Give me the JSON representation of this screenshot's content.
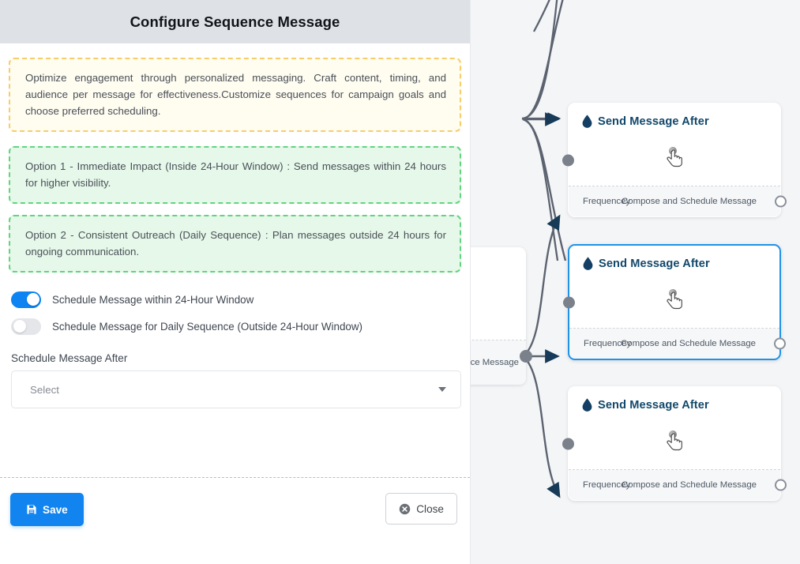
{
  "modal": {
    "title": "Configure Sequence Message",
    "info_note": "Optimize engagement through personalized messaging. Craft content, timing, and audience per message for effectiveness.Customize sequences for campaign goals and choose preferred scheduling.",
    "option_1": "Option 1 - Immediate Impact (Inside 24-Hour Window) : Send messages within 24 hours for higher visibility.",
    "option_2": "Option 2 - Consistent Outreach (Daily Sequence) : Plan messages outside 24 hours for ongoing communication.",
    "toggles": [
      {
        "label": "Schedule Message within 24-Hour Window",
        "state": "on"
      },
      {
        "label": "Schedule Message for Daily Sequence (Outside 24-Hour Window)",
        "state": "off"
      }
    ],
    "schedule_field": {
      "label": "Schedule Message After",
      "value": "Select"
    },
    "footer": {
      "save_label": "Save",
      "close_label": "Close"
    }
  },
  "canvas": {
    "stub_node": {
      "footer_text": "ce Message"
    },
    "nodes": [
      {
        "title": "Send Message After",
        "footer_left": "Frequencey",
        "footer_right": "Compose and Schedule Message",
        "selected": false
      },
      {
        "title": "Send Message After",
        "footer_left": "Frequencey",
        "footer_right": "Compose and Schedule Message",
        "selected": true
      },
      {
        "title": "Send Message After",
        "footer_left": "Frequencey",
        "footer_right": "Compose and Schedule Message",
        "selected": false
      }
    ]
  },
  "colors": {
    "header_bg": "#dee2e6",
    "accent_blue": "#1184f0",
    "toggle_on": "#0d84f2",
    "warn_border": "#f7cd6b",
    "warn_bg": "#fffcf0",
    "ok_border": "#62d47f",
    "ok_bg": "#e6f8ea",
    "node_title": "#12486b",
    "canvas_bg": "#f4f5f7",
    "edge": "#5c6370"
  }
}
